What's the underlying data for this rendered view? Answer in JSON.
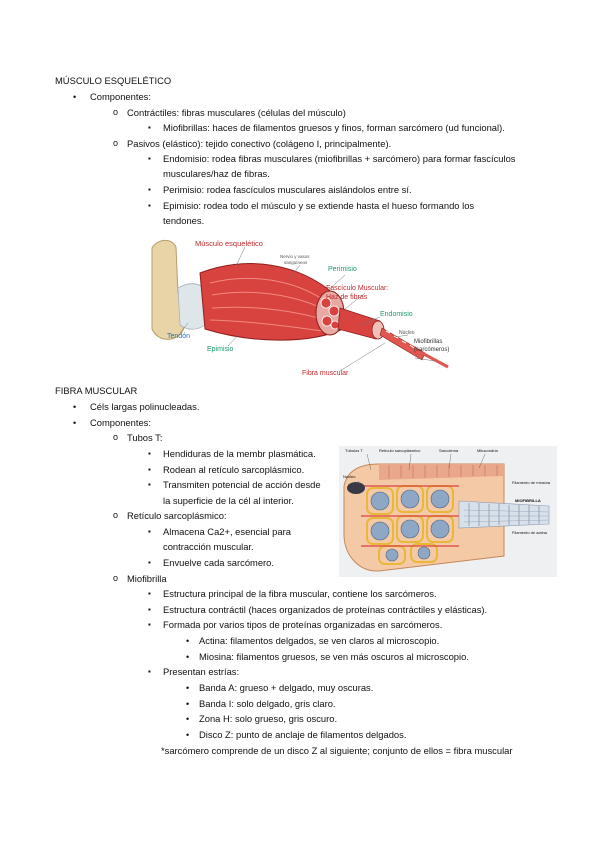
{
  "section1": {
    "title": "MÚSCULO ESQUELÉTICO",
    "componentes": "Componentes:",
    "contractiles": "Contráctiles: fibras musculares (células del músculo)",
    "miofibrillas": "Miofibrillas: haces de filamentos gruesos y finos, forman sarcómero (ud funcional).",
    "pasivos": "Pasivos (elástico): tejido conectivo (colágeno I, principalmente).",
    "endomisio_1": "Endomisio: rodea fibras musculares (miofibrillas + sarcómero) para formar fascículos",
    "endomisio_2": "musculares/haz de fibras.",
    "perimisio": "Perimisio: rodea fascículos musculares aislándolos entre sí.",
    "epimisio_1": "Epimisio: rodea todo el músculo y se extiende hasta el hueso formando los",
    "epimisio_2": "tendones."
  },
  "figure1": {
    "musculo": "Músculo esquelético",
    "nervio_1": "Nervio y vasos",
    "nervio_2": "sanguíneos",
    "perimisio": "Perimisio",
    "fasciculo_1": "Fascículo Muscular:",
    "fasciculo_2": "Haz de fibras",
    "endomisio": "Endomisio",
    "nucleo": "Núcleo",
    "miofibrillas_1": "Miofibrillas",
    "miofibrillas_2": "(sarcómeros)",
    "tendon": "Tendón",
    "epimisio": "Epimisio",
    "fibra": "Fibra muscular"
  },
  "section2": {
    "title": "FIBRA MUSCULAR",
    "cels": "Céls largas polinucleadas.",
    "componentes": "Componentes:",
    "tubos": "Tubos T:",
    "hendiduras": "Hendiduras de la membr plasmática.",
    "rodean": "Rodean al retículo sarcoplásmico.",
    "transmiten_1": "Transmiten potencial de acción desde",
    "transmiten_2": "la superficie de la cél al interior.",
    "reticulo": "Retículo sarcoplásmico:",
    "almacena_1": "Almacena Ca2+, esencial para",
    "almacena_2": "contracción muscular.",
    "envuelve": "Envuelve cada sarcómero.",
    "miofibrilla": "Miofibrilla",
    "estructura_principal": "Estructura principal de la fibra muscular, contiene los sarcómeros.",
    "estructura_contractil": "Estructura contráctil (haces organizados de proteínas contráctiles y elásticas).",
    "formada": "Formada por varios tipos de proteínas organizadas en sarcómeros.",
    "actina": "Actina: filamentos delgados, se ven claros al microscopio.",
    "miosina": "Miosina: filamentos gruesos, se ven más oscuros al microscopio.",
    "estrias": "Presentan estrías:",
    "banda_a": "Banda A: grueso + delgado, muy oscuras.",
    "banda_i": "Banda I: solo delgado, gris claro.",
    "zona_h": "Zona H: solo grueso, gris oscuro.",
    "disco_z": "Disco Z: punto de anclaje de filamentos delgados.",
    "nota": "*sarcómero comprende de un disco Z al siguiente; conjunto de ellos = fibra muscular"
  },
  "figure2": {
    "tubulos": "Túbulos T",
    "reticulo": "Retículo sarcoplásmico",
    "sarcolema": "Sarcolema",
    "mitocondria": "Mitocondria",
    "filamento_miosina": "Filamento de miosina",
    "miofibrilla": "MIOFIBRILLA",
    "filamento_actina": "Filamento de actina",
    "nucleo": "Núcleo"
  }
}
